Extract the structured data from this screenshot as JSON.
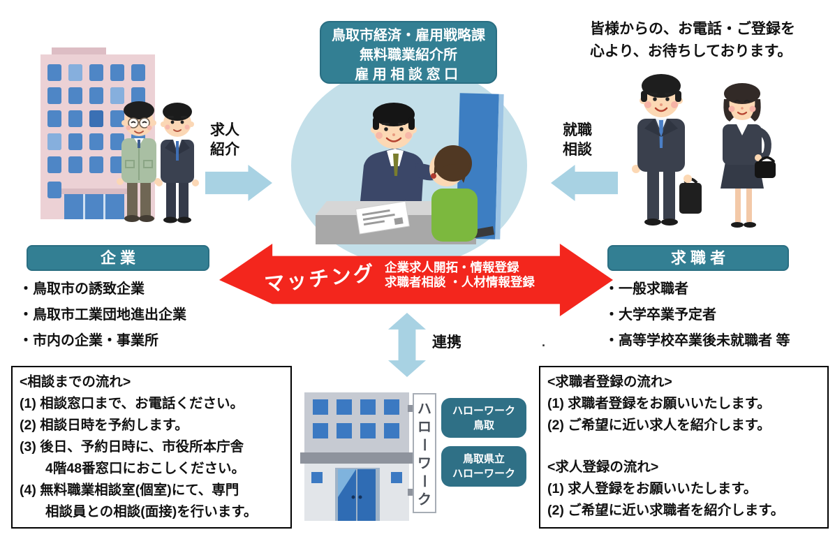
{
  "colors": {
    "teal_box": "#337f93",
    "teal_badge": "#2f7086",
    "light_blue_arrow": "#a8d2e3",
    "circle_blue": "#c3dfe9",
    "matching_red": "#f3261d"
  },
  "title_box": {
    "line1": "鳥取市経済・雇用戦略課",
    "line2": "無料職業紹介所",
    "line3": "雇用相談窓口"
  },
  "greeting": {
    "line1": "皆様からの、お電話・ご登録を",
    "line2": "心より、お待ちしております。"
  },
  "arrows": {
    "job_intro": {
      "line1": "求人",
      "line2": "紹介"
    },
    "employment_consult": {
      "line1": "就職",
      "line2": "相談"
    },
    "matching": {
      "label": "マッチング",
      "detail1": "企業求人開拓・情報登録",
      "detail2": "求職者相談 ・人材情報登録"
    },
    "cooperation": "連携"
  },
  "company": {
    "label": "企 業",
    "items": [
      "・鳥取市の誘致企業",
      "・鳥取市工業団地進出企業",
      "・市内の企業・事業所"
    ]
  },
  "jobseeker": {
    "label": "求 職 者",
    "items": [
      "・一般求職者",
      "・大学卒業予定者",
      "・高等学校卒業後未就職者 等"
    ]
  },
  "hellowork": {
    "sign_chars": [
      "ハ",
      "ロ",
      "ー",
      "ワ",
      "ー",
      "ク"
    ],
    "badge1_line1": "ハローワーク",
    "badge1_line2": "鳥取",
    "badge2_line1": "鳥取県立",
    "badge2_line2": "ハローワーク"
  },
  "consult_flow": {
    "title": "<相談までの流れ>",
    "line1": "(1) 相談窓口まで、お電話ください。",
    "line2": "(2) 相談日時を予約します。",
    "line3a": "(3) 後日、予約日時に、市役所本庁舎",
    "line3b": "4階48番窓口におこしください。",
    "line4a": "(4) 無料職業相談室(個室)にて、専門",
    "line4b": "相談員との相談(面接)を行います。"
  },
  "register_flow": {
    "title1": "<求職者登録の流れ>",
    "s1_line1": "(1) 求職者登録をお願いいたします。",
    "s1_line2": "(2) ご希望に近い求人を紹介します。",
    "title2": "<求人登録の流れ>",
    "s2_line1": "(1) 求人登録をお願いいたします。",
    "s2_line2": "(2) ご希望に近い求職者を紹介します。"
  },
  "stray_period": "."
}
